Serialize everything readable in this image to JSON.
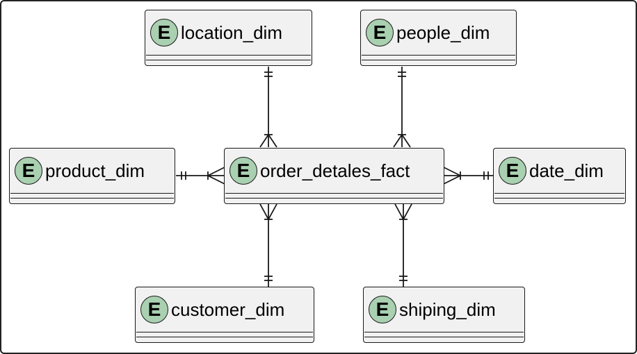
{
  "diagram": {
    "type": "er",
    "entity_badge": "E",
    "colors": {
      "entity_bg": "#f1f1f1",
      "badge_bg": "#a9d0b0",
      "line": "#181818"
    },
    "entities": [
      {
        "id": "location_dim",
        "label": "location_dim"
      },
      {
        "id": "people_dim",
        "label": "people_dim"
      },
      {
        "id": "product_dim",
        "label": "product_dim"
      },
      {
        "id": "order_detales_fact",
        "label": "order_detales_fact"
      },
      {
        "id": "date_dim",
        "label": "date_dim"
      },
      {
        "id": "customer_dim",
        "label": "customer_dim"
      },
      {
        "id": "shiping_dim",
        "label": "shiping_dim"
      }
    ],
    "relationships": [
      {
        "from": "location_dim",
        "from_cardinality": "exactly-one",
        "to": "order_detales_fact",
        "to_cardinality": "one-or-many"
      },
      {
        "from": "people_dim",
        "from_cardinality": "exactly-one",
        "to": "order_detales_fact",
        "to_cardinality": "one-or-many"
      },
      {
        "from": "product_dim",
        "from_cardinality": "exactly-one",
        "to": "order_detales_fact",
        "to_cardinality": "one-or-many"
      },
      {
        "from": "date_dim",
        "from_cardinality": "exactly-one",
        "to": "order_detales_fact",
        "to_cardinality": "one-or-many"
      },
      {
        "from": "customer_dim",
        "from_cardinality": "exactly-one",
        "to": "order_detales_fact",
        "to_cardinality": "one-or-many"
      },
      {
        "from": "shiping_dim",
        "from_cardinality": "exactly-one",
        "to": "order_detales_fact",
        "to_cardinality": "one-or-many"
      }
    ]
  }
}
